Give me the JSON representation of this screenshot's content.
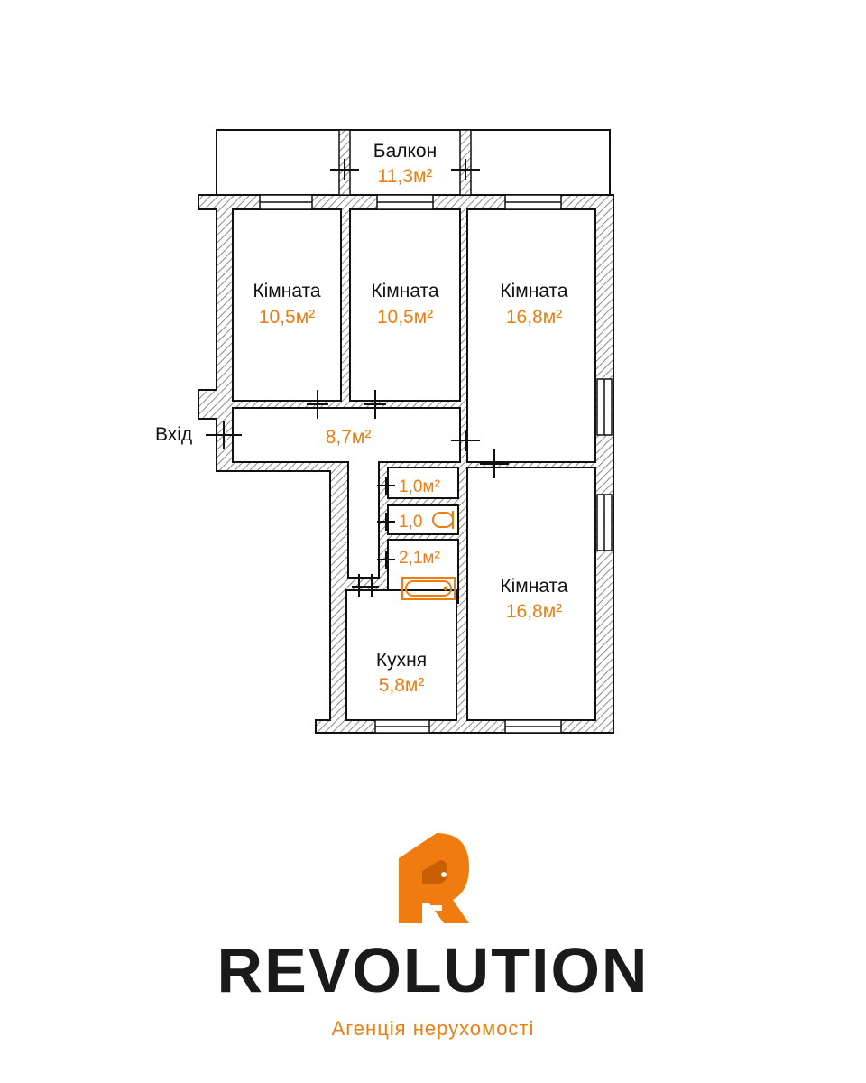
{
  "plan": {
    "entrance_label": "Вхід",
    "rooms": [
      {
        "label": "Балкон",
        "area": "11,3м²"
      },
      {
        "label": "Кімната",
        "area": "10,5м²"
      },
      {
        "label": "Кімната",
        "area": "10,5м²"
      },
      {
        "label": "Кімната",
        "area": "16,8м²"
      },
      {
        "label": "",
        "area": "8,7м²"
      },
      {
        "label": "",
        "area": "1,0м²"
      },
      {
        "label": "",
        "area": "1,0"
      },
      {
        "label": "",
        "area": "2,1м²"
      },
      {
        "label": "Кімната",
        "area": "16,8м²"
      },
      {
        "label": "Кухня",
        "area": "5,8м²"
      }
    ]
  },
  "brand": {
    "name": "REVOLUTION",
    "tagline": "Агенція нерухомості"
  },
  "colors": {
    "accent": "#f07c10",
    "wall_hatch": "#8a8a8a",
    "line": "#111111"
  },
  "icons": [
    "door-mark-icon",
    "window-icon",
    "toilet-icon",
    "bathtub-icon",
    "brand-logo-icon"
  ]
}
